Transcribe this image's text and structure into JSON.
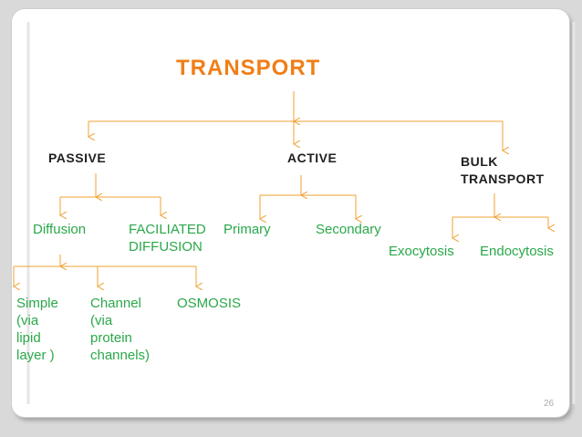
{
  "title": "TRANSPORT",
  "categories": {
    "passive": "PASSIVE",
    "active": "ACTIVE",
    "bulk": "BULK\nTRANSPORT"
  },
  "passive_children": {
    "diffusion": "Diffusion",
    "facilitated": "FACILIATED\nDIFFUSION"
  },
  "active_children": {
    "primary": "Primary",
    "secondary": "Secondary"
  },
  "bulk_children": {
    "exocytosis": "Exocytosis",
    "endocytosis": "Endocytosis"
  },
  "diffusion_children": {
    "simple": "Simple\n(via\nlipid\nlayer )",
    "channel": "Channel\n(via\nprotein\nchannels)",
    "osmosis": "OSMOSIS"
  },
  "page_number": "26",
  "colors": {
    "title": "#f07e17",
    "connector": "#f0a030",
    "leaf_text": "#2aa84a",
    "heading_text": "#202020"
  }
}
